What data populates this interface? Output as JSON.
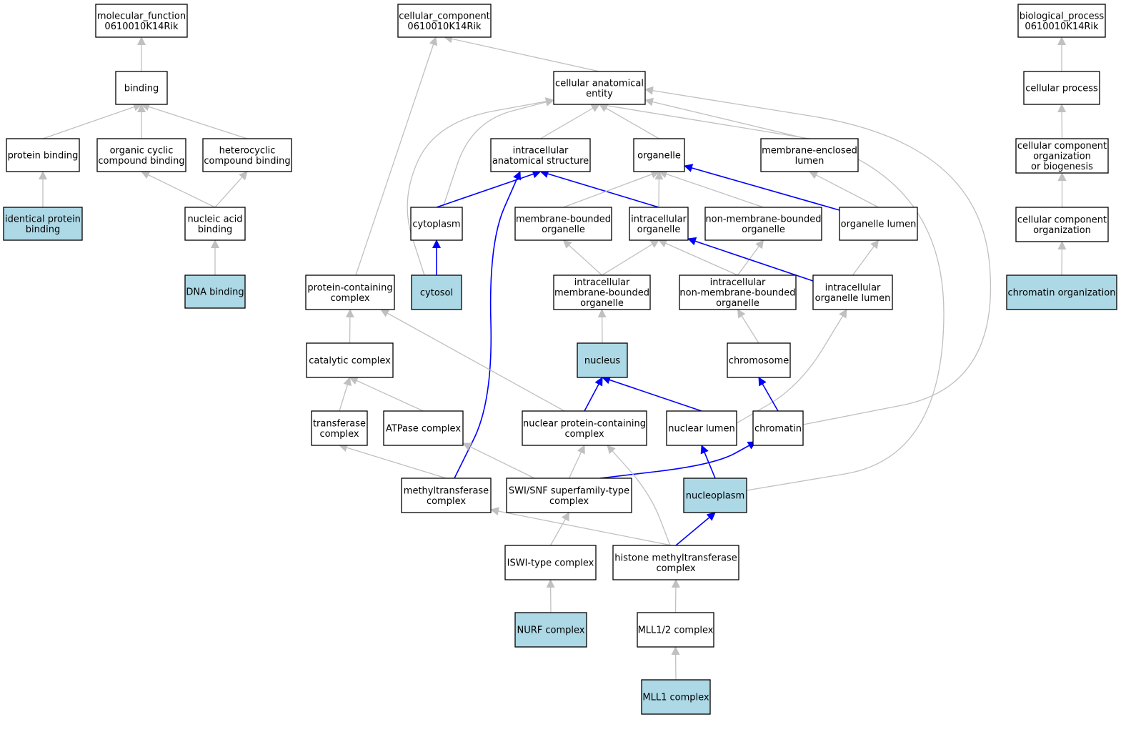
{
  "diagram": {
    "colors": {
      "annotated_fill": "#add8e6",
      "default_fill": "#ffffff",
      "is_a_edge": "#c0c0c0",
      "part_of_edge": "#0000ff"
    },
    "nodes": [
      {
        "id": "mf_root",
        "lines": [
          "molecular_function",
          "0610010K14Rik"
        ],
        "annotated": false
      },
      {
        "id": "binding",
        "lines": [
          "binding"
        ],
        "annotated": false
      },
      {
        "id": "protein_binding",
        "lines": [
          "protein binding"
        ],
        "annotated": false
      },
      {
        "id": "organic_cyclic",
        "lines": [
          "organic cyclic",
          "compound binding"
        ],
        "annotated": false
      },
      {
        "id": "heterocyclic",
        "lines": [
          "heterocyclic",
          "compound binding"
        ],
        "annotated": false
      },
      {
        "id": "identical_protein",
        "lines": [
          "identical protein",
          "binding"
        ],
        "annotated": true
      },
      {
        "id": "nucleic_acid",
        "lines": [
          "nucleic acid",
          "binding"
        ],
        "annotated": false
      },
      {
        "id": "dna_binding",
        "lines": [
          "DNA binding"
        ],
        "annotated": true
      },
      {
        "id": "cc_root",
        "lines": [
          "cellular_component",
          "0610010K14Rik"
        ],
        "annotated": false
      },
      {
        "id": "cae",
        "lines": [
          "cellular anatomical",
          "entity"
        ],
        "annotated": false
      },
      {
        "id": "ias",
        "lines": [
          "intracellular",
          "anatomical structure"
        ],
        "annotated": false
      },
      {
        "id": "organelle",
        "lines": [
          "organelle"
        ],
        "annotated": false
      },
      {
        "id": "mel",
        "lines": [
          "membrane-enclosed",
          "lumen"
        ],
        "annotated": false
      },
      {
        "id": "cytoplasm",
        "lines": [
          "cytoplasm"
        ],
        "annotated": false
      },
      {
        "id": "mbo",
        "lines": [
          "membrane-bounded",
          "organelle"
        ],
        "annotated": false
      },
      {
        "id": "io",
        "lines": [
          "intracellular",
          "organelle"
        ],
        "annotated": false
      },
      {
        "id": "nmbo",
        "lines": [
          "non-membrane-bounded",
          "organelle"
        ],
        "annotated": false
      },
      {
        "id": "olumen",
        "lines": [
          "organelle lumen"
        ],
        "annotated": false
      },
      {
        "id": "pcc",
        "lines": [
          "protein-containing",
          "complex"
        ],
        "annotated": false
      },
      {
        "id": "cytosol",
        "lines": [
          "cytosol"
        ],
        "annotated": true
      },
      {
        "id": "imbo",
        "lines": [
          "intracellular",
          "membrane-bounded",
          "organelle"
        ],
        "annotated": false
      },
      {
        "id": "inmbo",
        "lines": [
          "intracellular",
          "non-membrane-bounded",
          "organelle"
        ],
        "annotated": false
      },
      {
        "id": "iol",
        "lines": [
          "intracellular",
          "organelle lumen"
        ],
        "annotated": false
      },
      {
        "id": "catalytic",
        "lines": [
          "catalytic complex"
        ],
        "annotated": false
      },
      {
        "id": "nucleus",
        "lines": [
          "nucleus"
        ],
        "annotated": true
      },
      {
        "id": "chromosome",
        "lines": [
          "chromosome"
        ],
        "annotated": false
      },
      {
        "id": "transferase",
        "lines": [
          "transferase",
          "complex"
        ],
        "annotated": false
      },
      {
        "id": "atpase",
        "lines": [
          "ATPase complex"
        ],
        "annotated": false
      },
      {
        "id": "npcc",
        "lines": [
          "nuclear protein-containing",
          "complex"
        ],
        "annotated": false
      },
      {
        "id": "nlumen",
        "lines": [
          "nuclear lumen"
        ],
        "annotated": false
      },
      {
        "id": "chromatin",
        "lines": [
          "chromatin"
        ],
        "annotated": false
      },
      {
        "id": "mtc",
        "lines": [
          "methyltransferase",
          "complex"
        ],
        "annotated": false
      },
      {
        "id": "swisnf",
        "lines": [
          "SWI/SNF superfamily-type",
          "complex"
        ],
        "annotated": false
      },
      {
        "id": "nucleoplasm",
        "lines": [
          "nucleoplasm"
        ],
        "annotated": true
      },
      {
        "id": "iswi",
        "lines": [
          "ISWI-type complex"
        ],
        "annotated": false
      },
      {
        "id": "hmtc",
        "lines": [
          "histone methyltransferase",
          "complex"
        ],
        "annotated": false
      },
      {
        "id": "nurf",
        "lines": [
          "NURF complex"
        ],
        "annotated": true
      },
      {
        "id": "mll12",
        "lines": [
          "MLL1/2 complex"
        ],
        "annotated": false
      },
      {
        "id": "mll1",
        "lines": [
          "MLL1 complex"
        ],
        "annotated": true
      },
      {
        "id": "bp_root",
        "lines": [
          "biological_process",
          "0610010K14Rik"
        ],
        "annotated": false
      },
      {
        "id": "cellular_process",
        "lines": [
          "cellular process"
        ],
        "annotated": false
      },
      {
        "id": "ccob",
        "lines": [
          "cellular component",
          "organization",
          "or biogenesis"
        ],
        "annotated": false
      },
      {
        "id": "cco",
        "lines": [
          "cellular component",
          "organization"
        ],
        "annotated": false
      },
      {
        "id": "chromatin_org",
        "lines": [
          "chromatin organization"
        ],
        "annotated": true
      }
    ],
    "edges": [
      {
        "from": "binding",
        "to": "mf_root",
        "rel": "is_a"
      },
      {
        "from": "protein_binding",
        "to": "binding",
        "rel": "is_a"
      },
      {
        "from": "organic_cyclic",
        "to": "binding",
        "rel": "is_a"
      },
      {
        "from": "heterocyclic",
        "to": "binding",
        "rel": "is_a"
      },
      {
        "from": "identical_protein",
        "to": "protein_binding",
        "rel": "is_a"
      },
      {
        "from": "nucleic_acid",
        "to": "organic_cyclic",
        "rel": "is_a"
      },
      {
        "from": "nucleic_acid",
        "to": "heterocyclic",
        "rel": "is_a"
      },
      {
        "from": "dna_binding",
        "to": "nucleic_acid",
        "rel": "is_a"
      },
      {
        "from": "cae",
        "to": "cc_root",
        "rel": "is_a"
      },
      {
        "from": "pcc",
        "to": "cc_root",
        "rel": "is_a"
      },
      {
        "from": "ias",
        "to": "cae",
        "rel": "is_a"
      },
      {
        "from": "organelle",
        "to": "cae",
        "rel": "is_a"
      },
      {
        "from": "mel",
        "to": "cae",
        "rel": "is_a"
      },
      {
        "from": "cytoplasm",
        "to": "cae",
        "rel": "is_a"
      },
      {
        "from": "cytosol",
        "to": "cae",
        "rel": "is_a"
      },
      {
        "from": "chromatin",
        "to": "cae",
        "rel": "is_a"
      },
      {
        "from": "nucleoplasm",
        "to": "cae",
        "rel": "is_a"
      },
      {
        "from": "cytoplasm",
        "to": "ias",
        "rel": "part_of"
      },
      {
        "from": "io",
        "to": "ias",
        "rel": "part_of"
      },
      {
        "from": "mtc",
        "to": "ias",
        "rel": "part_of"
      },
      {
        "from": "mbo",
        "to": "organelle",
        "rel": "is_a"
      },
      {
        "from": "io",
        "to": "organelle",
        "rel": "is_a"
      },
      {
        "from": "nmbo",
        "to": "organelle",
        "rel": "is_a"
      },
      {
        "from": "olumen",
        "to": "organelle",
        "rel": "part_of"
      },
      {
        "from": "olumen",
        "to": "mel",
        "rel": "is_a"
      },
      {
        "from": "cytosol",
        "to": "cytoplasm",
        "rel": "part_of"
      },
      {
        "from": "imbo",
        "to": "mbo",
        "rel": "is_a"
      },
      {
        "from": "imbo",
        "to": "io",
        "rel": "is_a"
      },
      {
        "from": "inmbo",
        "to": "io",
        "rel": "is_a"
      },
      {
        "from": "inmbo",
        "to": "nmbo",
        "rel": "is_a"
      },
      {
        "from": "iol",
        "to": "io",
        "rel": "part_of"
      },
      {
        "from": "iol",
        "to": "olumen",
        "rel": "is_a"
      },
      {
        "from": "catalytic",
        "to": "pcc",
        "rel": "is_a"
      },
      {
        "from": "npcc",
        "to": "pcc",
        "rel": "is_a"
      },
      {
        "from": "nucleus",
        "to": "imbo",
        "rel": "is_a"
      },
      {
        "from": "chromosome",
        "to": "inmbo",
        "rel": "is_a"
      },
      {
        "from": "nlumen",
        "to": "iol",
        "rel": "is_a"
      },
      {
        "from": "transferase",
        "to": "catalytic",
        "rel": "is_a"
      },
      {
        "from": "atpase",
        "to": "catalytic",
        "rel": "is_a"
      },
      {
        "from": "npcc",
        "to": "nucleus",
        "rel": "part_of"
      },
      {
        "from": "nlumen",
        "to": "nucleus",
        "rel": "part_of"
      },
      {
        "from": "chromatin",
        "to": "chromosome",
        "rel": "part_of"
      },
      {
        "from": "mtc",
        "to": "transferase",
        "rel": "is_a"
      },
      {
        "from": "swisnf",
        "to": "atpase",
        "rel": "is_a"
      },
      {
        "from": "swisnf",
        "to": "npcc",
        "rel": "is_a"
      },
      {
        "from": "swisnf",
        "to": "chromatin",
        "rel": "part_of"
      },
      {
        "from": "hmtc",
        "to": "npcc",
        "rel": "is_a"
      },
      {
        "from": "nucleoplasm",
        "to": "nlumen",
        "rel": "part_of"
      },
      {
        "from": "iswi",
        "to": "swisnf",
        "rel": "is_a"
      },
      {
        "from": "hmtc",
        "to": "mtc",
        "rel": "is_a"
      },
      {
        "from": "hmtc",
        "to": "nucleoplasm",
        "rel": "part_of"
      },
      {
        "from": "nurf",
        "to": "iswi",
        "rel": "is_a"
      },
      {
        "from": "mll12",
        "to": "hmtc",
        "rel": "is_a"
      },
      {
        "from": "mll1",
        "to": "mll12",
        "rel": "is_a"
      },
      {
        "from": "cellular_process",
        "to": "bp_root",
        "rel": "is_a"
      },
      {
        "from": "ccob",
        "to": "cellular_process",
        "rel": "is_a"
      },
      {
        "from": "cco",
        "to": "ccob",
        "rel": "is_a"
      },
      {
        "from": "chromatin_org",
        "to": "cco",
        "rel": "is_a"
      }
    ]
  }
}
